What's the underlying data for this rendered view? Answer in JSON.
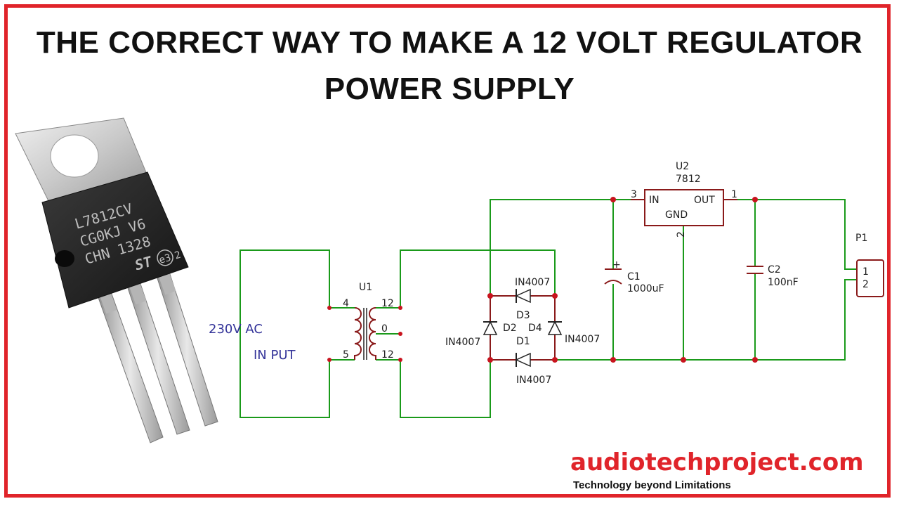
{
  "title": {
    "line1": "THE CORRECT WAY TO MAKE A 12 VOLT REGULATOR",
    "line2": "POWER SUPPLY"
  },
  "regulator_photo": {
    "marking_line1": "L7812CV",
    "marking_line2": "CG0KJ V6",
    "marking_line3": "CHN 1328",
    "logo_e3": "e3",
    "logo_e3_suffix": "2"
  },
  "schematic": {
    "input_label_1": "230V AC",
    "input_label_2": "IN PUT",
    "transformer": {
      "ref": "U1",
      "pin_4": "4",
      "pin_5": "5",
      "pin_12_top": "12",
      "pin_0": "0",
      "pin_12_bottom": "12"
    },
    "diodes": [
      {
        "ref": "D3",
        "part": "IN4007"
      },
      {
        "ref": "D2",
        "part": "IN4007"
      },
      {
        "ref": "D4",
        "part": "IN4007"
      },
      {
        "ref": "D1",
        "part": "IN4007"
      }
    ],
    "regulator": {
      "ref": "U2",
      "part": "7812",
      "pin_in_label": "IN",
      "pin_out_label": "OUT",
      "gnd_label": "GND",
      "pin_in_num": "3",
      "pin_out_num": "1",
      "pin_gnd_num": "2"
    },
    "c1": {
      "ref": "C1",
      "value": "1000uF",
      "polarity": "+"
    },
    "c2": {
      "ref": "C2",
      "value": "100nF"
    },
    "connector": {
      "ref": "P1",
      "pin1": "1",
      "pin2": "2"
    }
  },
  "footer": {
    "site": "audiotechproject.com",
    "tagline": "Technology beyond Limitations"
  },
  "colors": {
    "frame": "#e0242a",
    "wire": "#1a9a1a",
    "component": "#8a1a1a",
    "junction": "#c8141e",
    "brand": "#e0242a"
  }
}
